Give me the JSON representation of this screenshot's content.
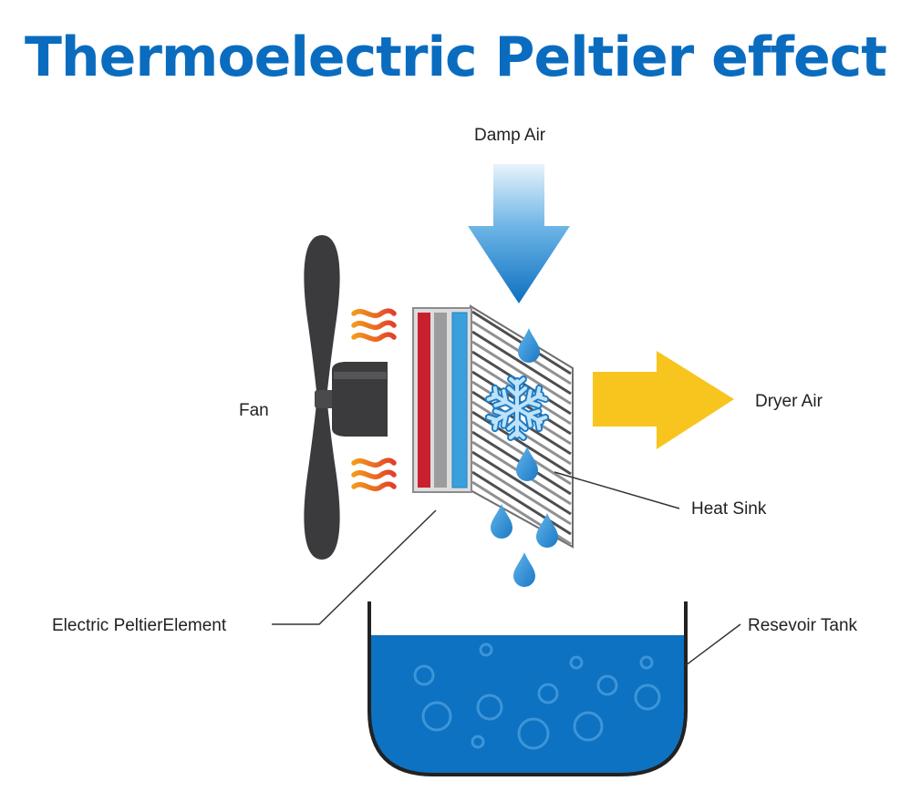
{
  "title": "Thermoelectric Peltier effect",
  "labels": {
    "damp_air": "Damp Air",
    "fan": "Fan",
    "dryer_air": "Dryer Air",
    "heat_sink": "Heat Sink",
    "peltier_element": "Electric PeltierElement",
    "reservoir_tank": "Resevoir Tank"
  },
  "colors": {
    "title": "#0a6cbf",
    "water": "#0d72c2",
    "hot_plate": "#c8202e",
    "cold_plate": "#3aa0dd",
    "dryer_air_arrow": "#f7c51e",
    "damp_air_arrow": "#1d86cf",
    "fan": "#3b3b3d",
    "droplet": "#2a8fd6"
  },
  "icons": [
    "fan-icon",
    "heat-wave-icon",
    "snowflake-icon",
    "water-droplet-icon",
    "air-arrow-icon"
  ]
}
